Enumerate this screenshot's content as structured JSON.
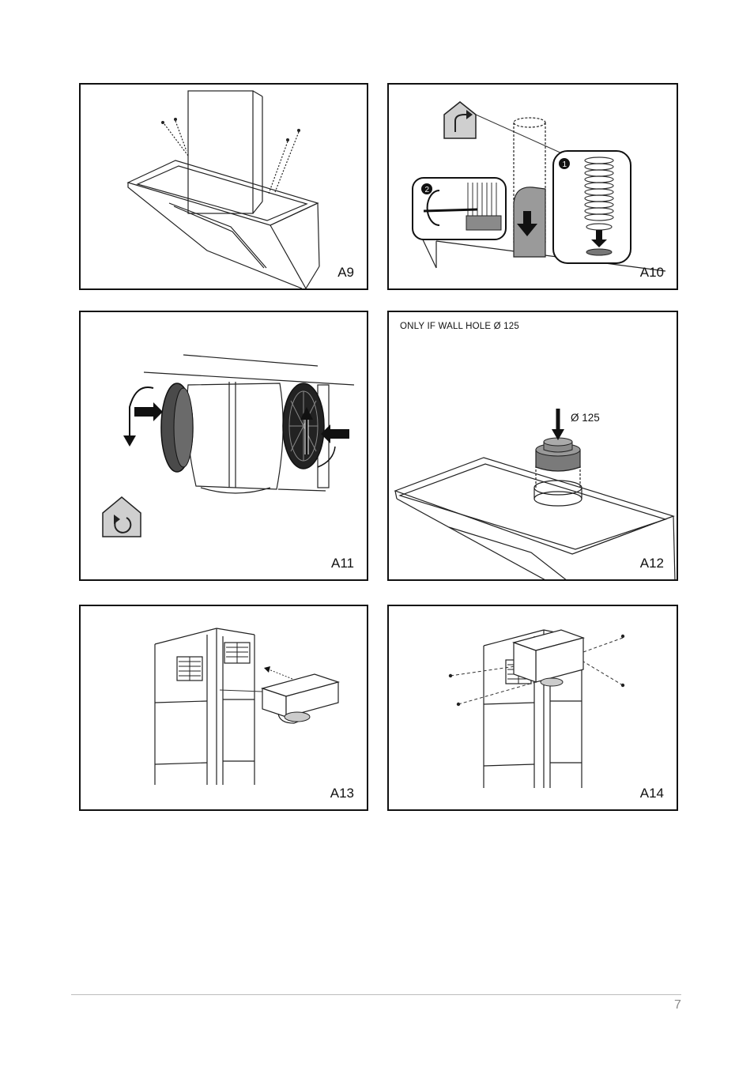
{
  "panels": [
    {
      "id": "A9",
      "label": "A9"
    },
    {
      "id": "A10",
      "label": "A10",
      "step1": "1",
      "step2": "2"
    },
    {
      "id": "A11",
      "label": "A11"
    },
    {
      "id": "A12",
      "label": "A12",
      "note": "ONLY IF WALL HOLE Ø 125",
      "diameter": "Ø 125"
    },
    {
      "id": "A13",
      "label": "A13"
    },
    {
      "id": "A14",
      "label": "A14"
    }
  ],
  "footer": {
    "page_number": "7"
  }
}
